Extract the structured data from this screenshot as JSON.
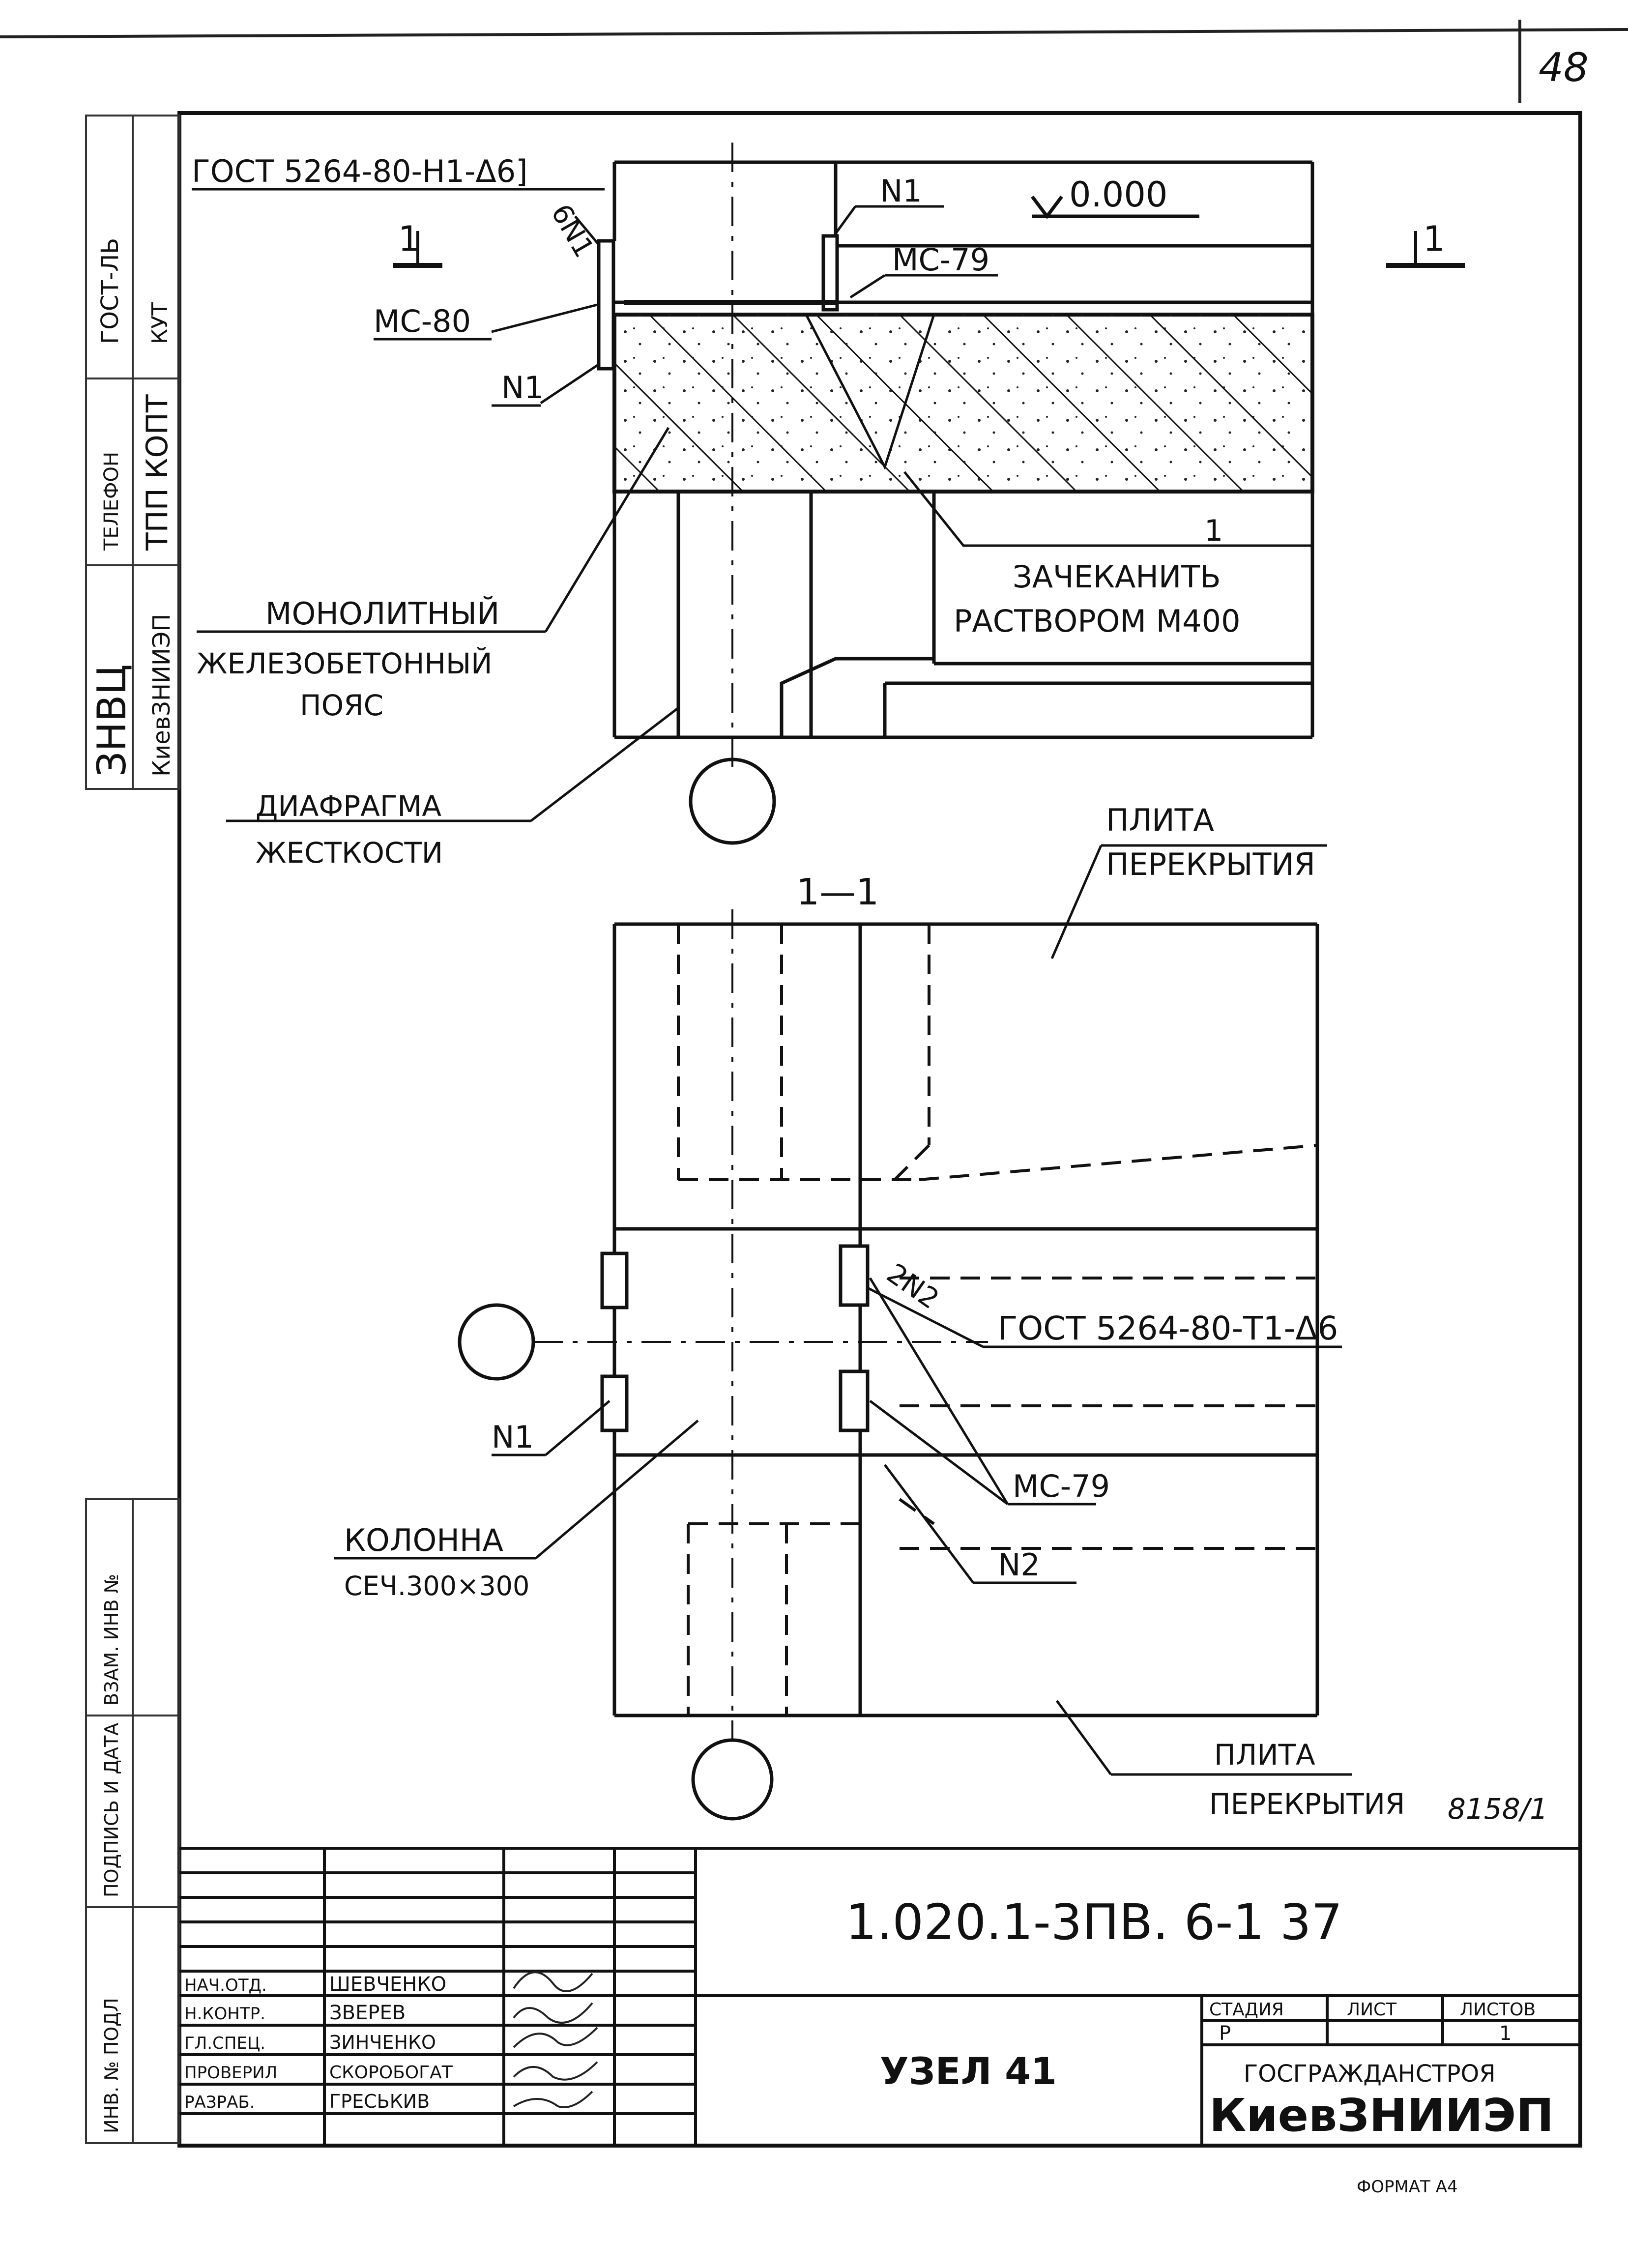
{
  "page": {
    "number": "48"
  },
  "side_stamp": {
    "top_box": [
      "ГОСТ-ЛЬ",
      "КУТ"
    ],
    "mid_box": [
      "ТЕЛЕФОН",
      "ТПП КОПТ"
    ],
    "bottom_box": [
      "ЗНВЦ",
      "КиевЗНИИЭП"
    ],
    "lower_col1": [
      "ИНВ. № ПОДЛ",
      "ПОДПИСЬ И ДАТА",
      "ВЗАМ. ИНВ №"
    ]
  },
  "drawing": {
    "upper": {
      "gost_top": "ГОСТ 5264-80-Н1-Δ6]",
      "weld_6n1": "6N1",
      "section_left": "1",
      "section_right": "1",
      "mc80": "МС-80",
      "n1_top": "N1",
      "n1_left": "N1",
      "elevation": "0.000",
      "mc79": "МС-79",
      "note_num": "1",
      "note_line1": "ЗАЧЕКАНИТЬ",
      "note_line2": "РАСТВОРОМ М400",
      "belt_line1": "МОНОЛИТНЫЙ",
      "belt_line2": "ЖЕЛЕЗОБЕТОННЫЙ",
      "belt_line3": "ПОЯС",
      "diaphragm_line1": "ДИАФРАГМА",
      "diaphragm_line2": "ЖЕСТКОСТИ"
    },
    "lower": {
      "section_title": "1—1",
      "slab_top_line1": "ПЛИТА",
      "slab_top_line2": "ПЕРЕКРЫТИЯ",
      "weld_2n2": "2N2",
      "gost_mid": "ГОСТ 5264-80-Т1-Δ6",
      "n1": "N1",
      "mc79": "МС-79",
      "n2": "N2",
      "column_line1": "КОЛОННА",
      "column_line2": "СЕЧ.300×300",
      "slab_bot_line1": "ПЛИТА",
      "slab_bot_line2": "ПЕРЕКРЫТИЯ",
      "archive_no": "8158/1"
    }
  },
  "title_block": {
    "code": "1.020.1-3ПВ. 6-1 37",
    "sheet_title": "УЗЕЛ 41",
    "stage_label": "СТАДИЯ",
    "sheet_label": "ЛИСТ",
    "sheets_label": "ЛИСТОВ",
    "stage_value": "Р",
    "sheets_value": "1",
    "org_line1": "ГОСГРАЖДАНСТРОЯ",
    "org_line2": "КиевЗНИИЭП",
    "roles": [
      "НАЧ.ОТД.",
      "Н.КОНТР.",
      "ГЛ.СПЕЦ.",
      "ПРОВЕРИЛ",
      "РАЗРАБ."
    ],
    "names": [
      "ШЕВЧЕНКО",
      "ЗВЕРЕВ",
      "ЗИНЧЕНКО",
      "СКОРОБОГАТ",
      "ГРЕСЬКИВ"
    ]
  },
  "footer": {
    "format": "ФОРМАТ А4"
  }
}
